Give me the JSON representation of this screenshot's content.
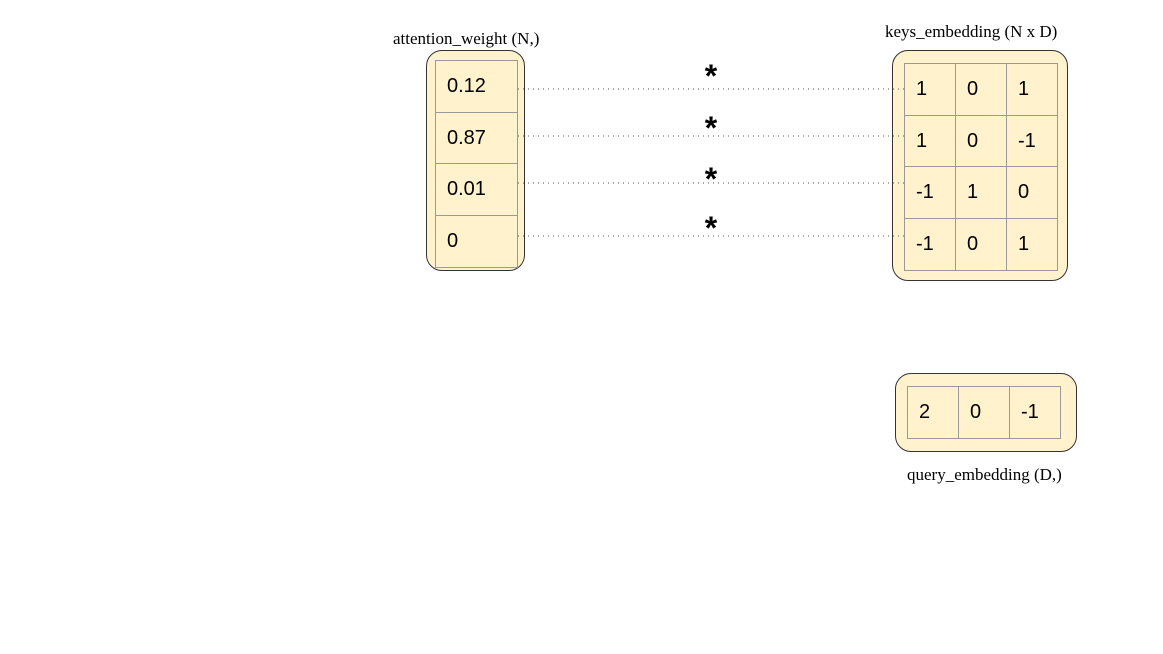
{
  "attention_weight": {
    "label": "attention_weight (N,)",
    "values": [
      "0.12",
      "0.87",
      "0.01",
      "0"
    ]
  },
  "keys_embedding": {
    "label": "keys_embedding (N x D)",
    "rows": [
      [
        "1",
        "0",
        "1"
      ],
      [
        "1",
        "0",
        "-1"
      ],
      [
        "-1",
        "1",
        "0"
      ],
      [
        "-1",
        "0",
        "1"
      ]
    ]
  },
  "query_embedding": {
    "label": "query_embedding (D,)",
    "values": [
      "2",
      "0",
      "-1"
    ]
  },
  "operator_symbol": "*",
  "colors": {
    "box_fill": "#fff2cc",
    "box_border": "#333333",
    "cell_border": "#999999",
    "connector": "#555555"
  }
}
